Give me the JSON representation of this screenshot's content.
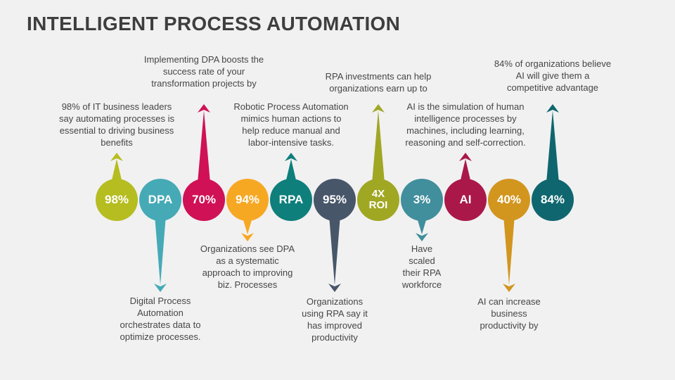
{
  "title": "INTELLIGENT PROCESS AUTOMATION",
  "colors": {
    "background": "#f1f1f2",
    "title_text": "#3e3e3e",
    "note_text": "#464646"
  },
  "items": [
    {
      "label": "98%",
      "color": "#b6bd20",
      "note": [
        "98% of IT business leaders",
        "say automating processes is",
        "essential to driving business",
        "benefits"
      ]
    },
    {
      "label": "DPA",
      "color": "#45aab6",
      "note": [
        "Digital Process",
        "Automation",
        "orchestrates data to",
        "optimize processes."
      ]
    },
    {
      "label": "70%",
      "color": "#d01155",
      "note": [
        "Implementing DPA boosts the",
        "success rate of your",
        "transformation projects by"
      ]
    },
    {
      "label": "94%",
      "color": "#f7a823",
      "note": [
        "Organizations see DPA",
        "as a systematic",
        "approach to improving",
        "biz. Processes"
      ]
    },
    {
      "label": "RPA",
      "color": "#0e7f7b",
      "note": [
        "Robotic Process Automation",
        "mimics human actions to",
        "help reduce manual and",
        "labor-intensive tasks."
      ]
    },
    {
      "label": "95%",
      "color": "#485669",
      "note": [
        "Organizations",
        "using RPA say it",
        "has improved",
        "productivity"
      ]
    },
    {
      "label": [
        "4X",
        "ROI"
      ],
      "color": "#a0a723",
      "note": [
        "RPA investments can help",
        "organizations earn up to"
      ]
    },
    {
      "label": "3%",
      "color": "#418e9c",
      "note": [
        "Have",
        "scaled",
        "their RPA",
        "workforce"
      ]
    },
    {
      "label": "AI",
      "color": "#aa1849",
      "note": [
        "AI is the simulation of human",
        "intelligence processes by",
        "machines, including learning,",
        "reasoning and self-correction."
      ]
    },
    {
      "label": "40%",
      "color": "#d2961f",
      "note": [
        "AI can increase",
        "business",
        "productivity by"
      ]
    },
    {
      "label": "84%",
      "color": "#0f666e",
      "note": [
        "84% of organizations believe",
        "AI will give them a",
        "competitive advantage"
      ]
    }
  ]
}
